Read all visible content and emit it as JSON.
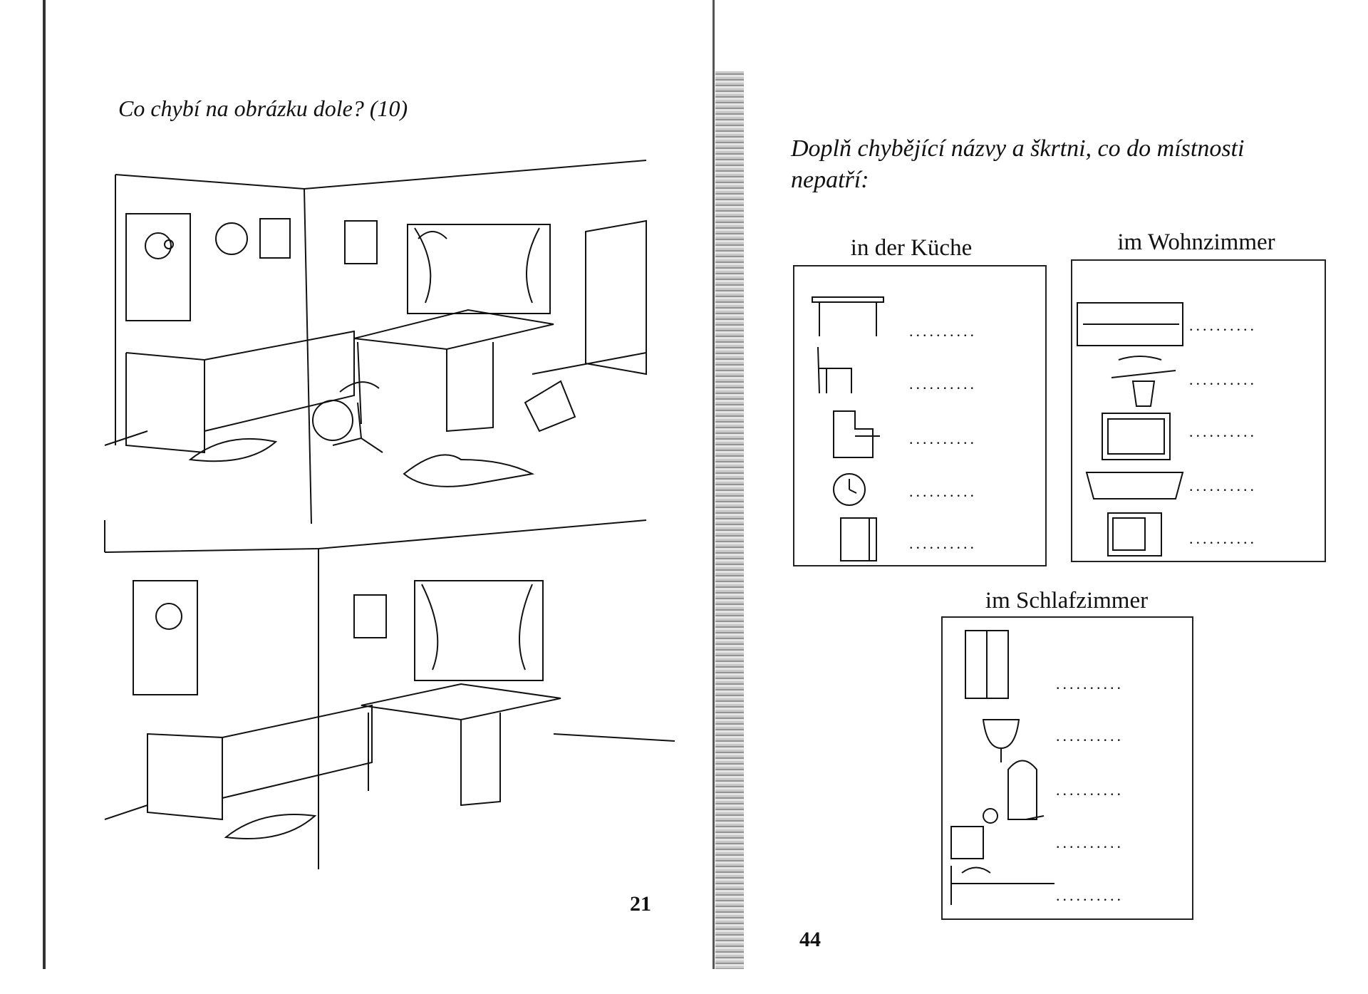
{
  "left_page": {
    "title": "Co chybí na obrázku dole? (10)",
    "page_number": "21"
  },
  "right_page": {
    "instruction_line1": "Doplň chybějící názvy a škrtni, co do místnosti",
    "instruction_line2": "nepatří:",
    "page_number": "44",
    "rooms": [
      {
        "label": "in der Küche",
        "items": [
          "table-icon",
          "chair-icon",
          "piano-icon",
          "clock-icon",
          "calendar-icon"
        ],
        "blank": ".........."
      },
      {
        "label": "im Wohnzimmer",
        "items": [
          "sofa-icon",
          "plant-icon",
          "picture-icon",
          "bathtub-icon",
          "tv-icon"
        ],
        "blank": ".........."
      },
      {
        "label": "im Schlafzimmer",
        "items": [
          "wardrobe-icon",
          "sink-icon",
          "mirror-icon",
          "nightstand-icon",
          "bed-icon"
        ],
        "blank": ".........."
      }
    ]
  }
}
